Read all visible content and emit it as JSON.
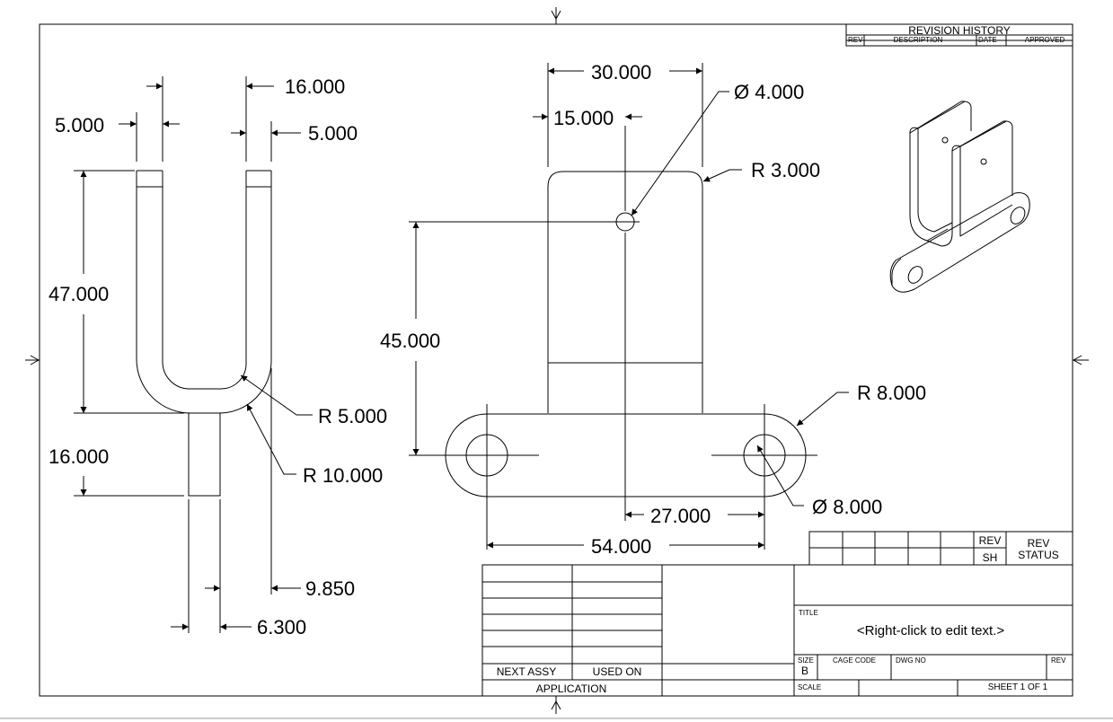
{
  "revision_history": {
    "title": "REVISION HISTORY",
    "columns": [
      "REV",
      "DESCRIPTION",
      "DATE",
      "APPROVED"
    ]
  },
  "dimensions": {
    "side_view": {
      "top_width": "16.000",
      "left_wall": "5.000",
      "right_wall": "5.000",
      "arm_height": "47.000",
      "stem_height": "16.000",
      "inner_radius": "R 5.000",
      "outer_radius": "R 10.000",
      "offset_right": "9.850",
      "stem_width": "6.300"
    },
    "front_view": {
      "plate_width": "30.000",
      "half_width": "15.000",
      "hole_diameter": "Ø 4.000",
      "corner_radius": "R 3.000",
      "hole_height": "45.000",
      "end_radius": "R 8.000",
      "end_hole_diameter": "Ø 8.000",
      "half_length": "27.000",
      "base_length": "54.000"
    }
  },
  "rev_status": {
    "rev": "REV",
    "sh": "SH",
    "status_line1": "REV",
    "status_line2": "STATUS"
  },
  "title_block": {
    "next_assy": "NEXT ASSY",
    "used_on": "USED  ON",
    "application": "APPLICATION",
    "title_label": "TITLE",
    "title_text": "<Right-click to edit text.>",
    "size_label": "SIZE",
    "size_value": "B",
    "cage_code_label": "CAGE CODE",
    "dwg_no_label": "DWG NO",
    "rev_label": "REV",
    "scale_label": "SCALE",
    "sheet": "SHEET 1 OF 1"
  }
}
